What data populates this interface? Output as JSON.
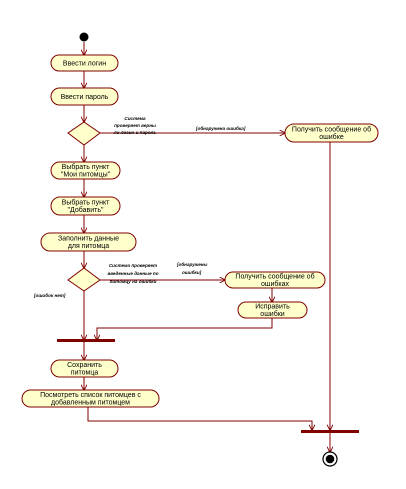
{
  "diagram": {
    "actions": {
      "login": [
        "Ввести логин"
      ],
      "password": [
        "Ввести пароль"
      ],
      "choose_pets": [
        "Выбрать пункт",
        "\"Мои питомцы\""
      ],
      "choose_add": [
        "Выбрать пункт",
        "\"Добавить\""
      ],
      "fill_data": [
        "Заполнить данные",
        "для питомца"
      ],
      "error_msg_1": [
        "Получить сообщение об",
        "ошибке"
      ],
      "error_msg_2": [
        "Получить сообщение об",
        "ошибках"
      ],
      "fix_errors": [
        "Исправить",
        "ошибки"
      ],
      "save_pet": [
        "Сохранить",
        "питомца"
      ],
      "view_list": [
        "Посмотреть список питомцев с",
        "добавленным питомцем"
      ]
    },
    "conditions": {
      "check_credentials": [
        "Система",
        "проверяет верны",
        "ли логин и пароль"
      ],
      "check_pet_data": [
        "Система проверяет",
        "введенные данные по",
        "питомцу на ошибки"
      ]
    },
    "guards": {
      "error_found_1": "[обнаружена ошибка]",
      "errors_found_2": [
        "[обнаружены",
        "ошибки]"
      ],
      "no_errors": "[ошибок нет]"
    },
    "colors": {
      "line": "#800000",
      "fill": "#ffffcc",
      "node": "#000000"
    }
  }
}
